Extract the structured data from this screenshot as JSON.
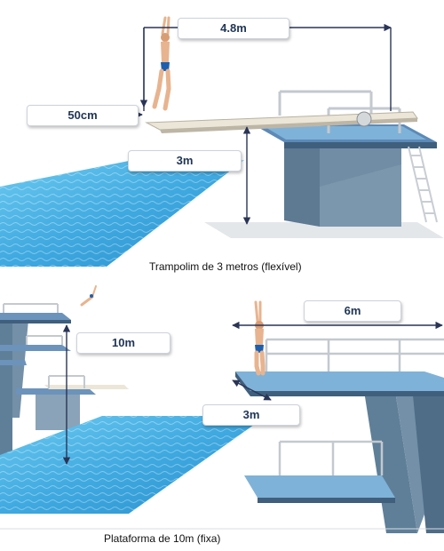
{
  "top": {
    "caption": "Trampolim de 3 metros (flexível)",
    "labels": {
      "width": "4.8m",
      "overhang": "50cm",
      "height": "3m"
    }
  },
  "bottom": {
    "caption": "Plataforma de 10m (fixa)",
    "labels": {
      "height": "10m",
      "width": "6m",
      "depth": "3m"
    }
  },
  "colors": {
    "water": "#4fb8e6",
    "water_dark": "#2a93cf",
    "concrete": "#7390a8",
    "concrete_dark": "#546f86",
    "platform_top": "#7fb2d8",
    "board": "#e9e3d6",
    "dimension": "#2a3556",
    "label_text": "#1f3554"
  }
}
